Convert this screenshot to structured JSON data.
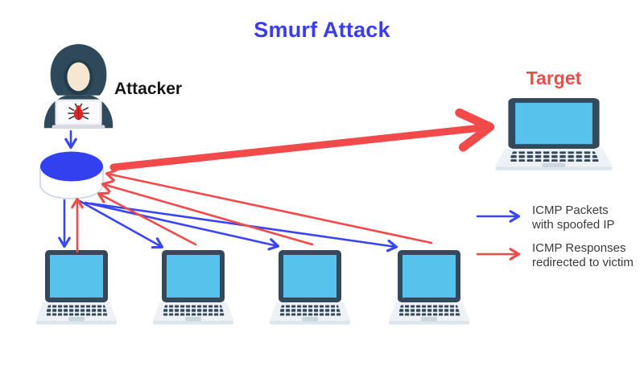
{
  "title": {
    "text": "Smurf Attack",
    "color": "#3b3cf1"
  },
  "nodes": {
    "attacker": {
      "label": "Attacker",
      "icon": "hooded-hacker-laptop-bug-icon"
    },
    "router": {
      "icon": "router-hub-cylinder-icon"
    },
    "target": {
      "label": "Target",
      "label_color": "#ee4b4b",
      "icon": "laptop-icon"
    },
    "amplifier_hosts": {
      "count": 4,
      "icon": "laptop-icon"
    }
  },
  "legend": {
    "items": [
      {
        "name": "icmp-packets",
        "color": "#3845f0",
        "line1": "ICMP Packets",
        "line2": "with spoofed IP"
      },
      {
        "name": "icmp-responses",
        "color": "#f04a4a",
        "line1": "ICMP Responses",
        "line2": "redirected to victim"
      }
    ]
  },
  "colors": {
    "packet_blue": "#3845f0",
    "response_red": "#f04a4a",
    "router_top": "#3340f0",
    "hood_teal": "#2e4a5a",
    "hood_shadow": "#223e4c",
    "face_skin": "#f6e8d0",
    "bug_red": "#d42a2a",
    "bezel_navy": "#35495c",
    "screen_blue": "#57c3ed",
    "laptop_body": "#eef2f6",
    "laptop_base": "#dde4ea",
    "trackpad": "#ccd6dd",
    "router_outline": "#c9d5ee"
  }
}
